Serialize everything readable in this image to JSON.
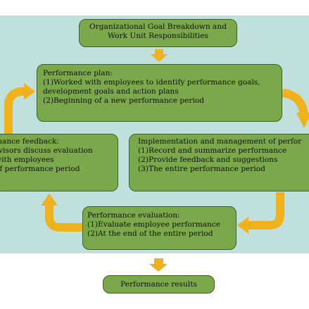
{
  "boxes": {
    "top": [
      "Organizational Goal Breakdown and",
      "Work Unit Responsibilities"
    ],
    "plan": [
      "Performance plan:",
      "(1)Worked with employees to identify performance goals,",
      "development goals and action plans",
      "(2)Beginning of a new performance period"
    ],
    "feedback": [
      "mance feedback:",
      "rvisors discuss evaluation",
      "with employees",
      "of performance period"
    ],
    "implementation": [
      "Implementation and management of perfor",
      "(1)Record and summarize performance",
      "(2)Provide feedback and suggestions",
      "(3)The entire performance period"
    ],
    "evaluation": [
      "Performance evaluation:",
      "(1)Evaluate employee performance",
      "(2)At the end of the entire period"
    ],
    "result": "Performance results"
  },
  "colors": {
    "panel": "#bfe0dc",
    "box_fill": "#7aa84a",
    "box_border": "#3f5f24",
    "arrow": "#f0b21c"
  }
}
